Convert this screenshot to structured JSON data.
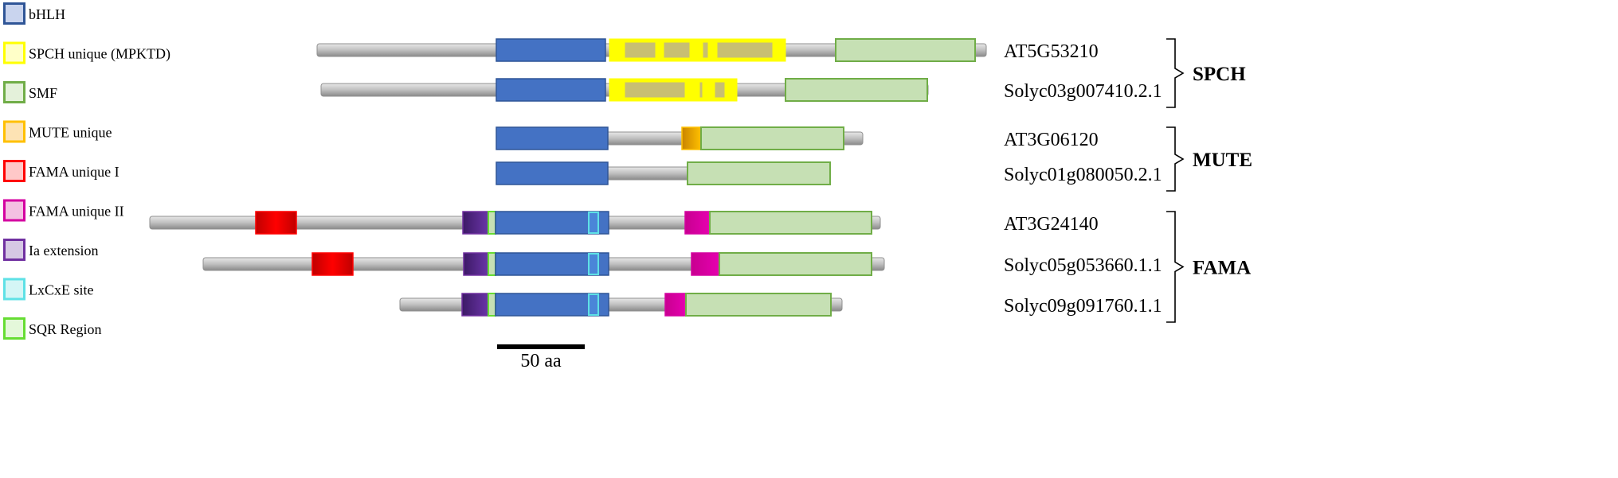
{
  "legend": [
    {
      "key": "bhlh",
      "label": "bHLH",
      "fill": "#4472c4",
      "stroke": "#2f5597",
      "swatch_light": "#c9d4ee"
    },
    {
      "key": "spch_unique",
      "label": "SPCH unique (MPKTD)",
      "fill": "#ffff00",
      "stroke": "#ffff00",
      "swatch_light": "#ffffc8"
    },
    {
      "key": "smf",
      "label": "SMF",
      "fill": "#c6e0b4",
      "stroke": "#70ad47",
      "swatch_light": "#e4f1da"
    },
    {
      "key": "mute_unique",
      "label": "MUTE unique",
      "fill": "#f0a70a",
      "stroke": "#ffc000",
      "swatch_light": "#fde3b4"
    },
    {
      "key": "fama_unique_1",
      "label": "FAMA unique I",
      "fill": "#ff0000",
      "stroke": "#ff0000",
      "swatch_light": "#ffc8c8"
    },
    {
      "key": "fama_unique_2",
      "label": "FAMA unique II",
      "fill": "#d400a0",
      "stroke": "#d400a0",
      "swatch_light": "#f4c0e2"
    },
    {
      "key": "ia_extension",
      "label": "Ia extension",
      "fill": "#5b2c8f",
      "stroke": "#7030a0",
      "swatch_light": "#d6c8e4"
    },
    {
      "key": "lxcxe",
      "label": "LxCxE site",
      "fill": "#4a86d8",
      "stroke": "#5ee1e6",
      "swatch_light": "#d4f6f6"
    },
    {
      "key": "sqr",
      "label": "SQR Region",
      "fill": "#c6e0b4",
      "stroke": "#66dd33",
      "swatch_light": "#e4f8da"
    }
  ],
  "proteins": [
    {
      "id": "AT5G53210",
      "backbone": [
        398,
        1238
      ],
      "domains": [
        {
          "type": "bhlh",
          "start": 623,
          "end": 760
        },
        {
          "type": "spch_unique",
          "start": 767,
          "end": 984,
          "hollow": true
        },
        {
          "type": "spch_unique",
          "start": 767,
          "end": 784
        },
        {
          "type": "spch_unique",
          "start": 823,
          "end": 833
        },
        {
          "type": "spch_unique",
          "start": 866,
          "end": 882
        },
        {
          "type": "spch_unique",
          "start": 889,
          "end": 900
        },
        {
          "type": "spch_unique",
          "start": 970,
          "end": 984
        },
        {
          "type": "smf",
          "start": 1049,
          "end": 1224
        }
      ]
    },
    {
      "id": "Solyc03g007410.2.1",
      "backbone": [
        403,
        1165
      ],
      "domains": [
        {
          "type": "bhlh",
          "start": 623,
          "end": 760
        },
        {
          "type": "spch_unique",
          "start": 767,
          "end": 923,
          "hollow": true
        },
        {
          "type": "spch_unique",
          "start": 767,
          "end": 784
        },
        {
          "type": "spch_unique",
          "start": 860,
          "end": 878
        },
        {
          "type": "spch_unique",
          "start": 882,
          "end": 897
        },
        {
          "type": "spch_unique",
          "start": 910,
          "end": 923
        },
        {
          "type": "smf",
          "start": 986,
          "end": 1164
        }
      ]
    },
    {
      "id": "AT3G06120",
      "backbone": [
        623,
        1083
      ],
      "domains": [
        {
          "type": "bhlh",
          "start": 623,
          "end": 763
        },
        {
          "type": "mute_unique",
          "start": 856,
          "end": 880
        },
        {
          "type": "smf",
          "start": 880,
          "end": 1059
        }
      ]
    },
    {
      "id": "Solyc01g080050.2.1",
      "backbone": [
        623,
        1039
      ],
      "domains": [
        {
          "type": "bhlh",
          "start": 623,
          "end": 763
        },
        {
          "type": "mute_unique",
          "start": 867,
          "end": 890
        },
        {
          "type": "smf",
          "start": 863,
          "end": 1042
        }
      ]
    },
    {
      "id": "AT3G24140",
      "backbone": [
        188,
        1105
      ],
      "domains": [
        {
          "type": "fama_unique_1",
          "start": 321,
          "end": 372
        },
        {
          "type": "ia_extension",
          "start": 581,
          "end": 613
        },
        {
          "type": "sqr",
          "start": 613,
          "end": 622
        },
        {
          "type": "bhlh",
          "start": 622,
          "end": 764
        },
        {
          "type": "lxcxe",
          "start": 739,
          "end": 751
        },
        {
          "type": "fama_unique_2",
          "start": 860,
          "end": 891
        },
        {
          "type": "smf",
          "start": 891,
          "end": 1094
        }
      ]
    },
    {
      "id": "Solyc05g053660.1.1",
      "backbone": [
        255,
        1110
      ],
      "domains": [
        {
          "type": "fama_unique_1",
          "start": 392,
          "end": 443
        },
        {
          "type": "ia_extension",
          "start": 582,
          "end": 613
        },
        {
          "type": "sqr",
          "start": 613,
          "end": 622
        },
        {
          "type": "bhlh",
          "start": 622,
          "end": 764
        },
        {
          "type": "lxcxe",
          "start": 739,
          "end": 751
        },
        {
          "type": "fama_unique_2",
          "start": 868,
          "end": 903
        },
        {
          "type": "smf",
          "start": 903,
          "end": 1094
        }
      ]
    },
    {
      "id": "Solyc09g091760.1.1",
      "backbone": [
        502,
        1057
      ],
      "domains": [
        {
          "type": "ia_extension",
          "start": 580,
          "end": 613
        },
        {
          "type": "sqr",
          "start": 613,
          "end": 622
        },
        {
          "type": "bhlh",
          "start": 622,
          "end": 764
        },
        {
          "type": "lxcxe",
          "start": 739,
          "end": 751
        },
        {
          "type": "fama_unique_2",
          "start": 835,
          "end": 861
        },
        {
          "type": "smf",
          "start": 861,
          "end": 1043
        }
      ]
    }
  ],
  "groups": [
    {
      "label": "SPCH",
      "from": 0,
      "to": 1
    },
    {
      "label": "MUTE",
      "from": 2,
      "to": 3
    },
    {
      "label": "FAMA",
      "from": 4,
      "to": 6
    }
  ],
  "scale_bar": {
    "label": "50 aa",
    "length": 110
  }
}
